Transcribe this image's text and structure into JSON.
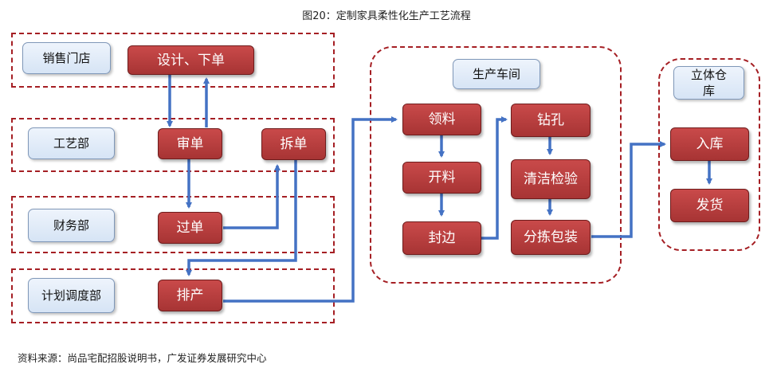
{
  "title": "图20：定制家具柔性化生产工艺流程",
  "source": "资料来源：尚品宅配招股说明书，广发证券发展研究中心",
  "departments": {
    "store": "销售门店",
    "process": "工艺部",
    "finance": "财务部",
    "planning": "计划调度部",
    "workshop": "生产车间",
    "warehouse": "立体仓库"
  },
  "steps": {
    "design_order": "设计、下单",
    "review": "审单",
    "split": "拆单",
    "approve": "过单",
    "schedule": "排产",
    "pick": "领料",
    "cut": "开料",
    "edge": "封边",
    "drill": "钻孔",
    "clean": "清洁检验",
    "sort_pack": "分拣包装",
    "store_in": "入库",
    "ship": "发货"
  },
  "colors": {
    "accent_red": "#a73434",
    "dash_red": "#a51f24",
    "arrow_blue": "#4472c4"
  }
}
